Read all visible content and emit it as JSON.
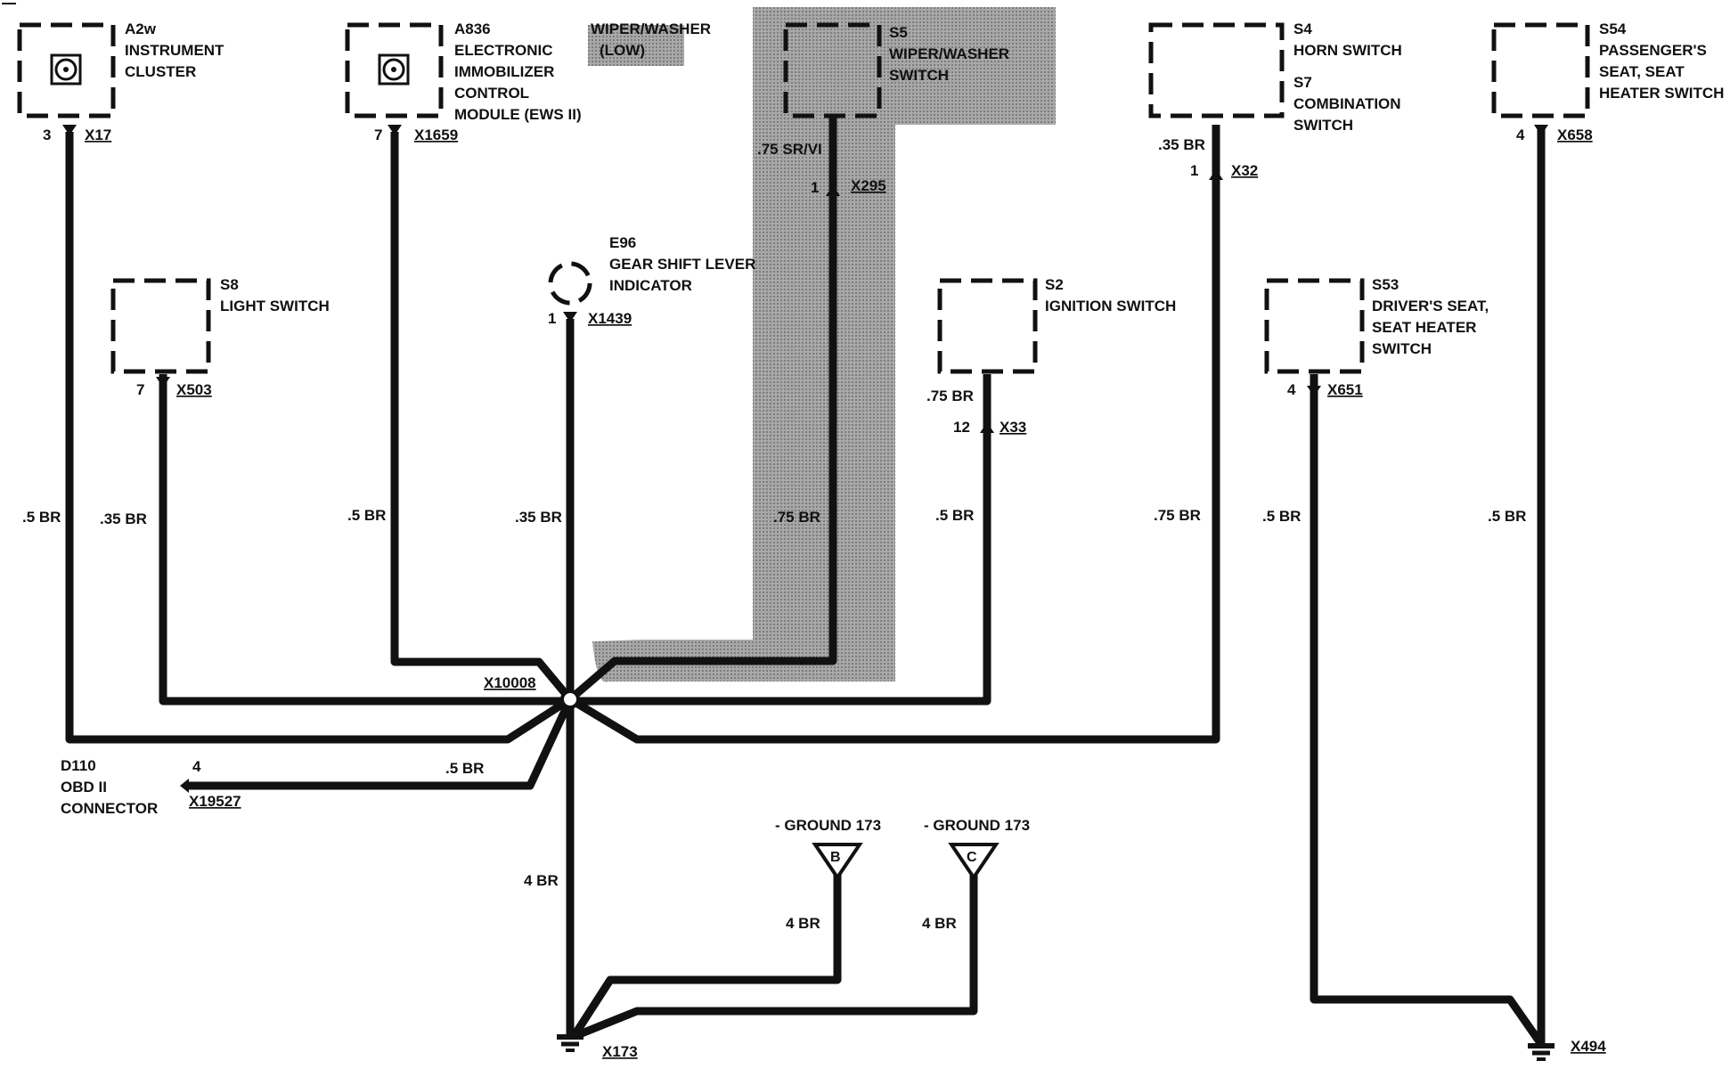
{
  "overlay": {
    "wiper_low_line1": "WIPER/WASHER",
    "wiper_low_line2": "(LOW)"
  },
  "components": {
    "a2w": {
      "id": "A2w",
      "line1": "INSTRUMENT",
      "line2": "CLUSTER",
      "pin": "3",
      "connector": "X17"
    },
    "a836": {
      "id": "A836",
      "line1": "ELECTRONIC",
      "line2": "IMMOBILIZER",
      "line3": "CONTROL",
      "line4": "MODULE (EWS II)",
      "pin": "7",
      "connector": "X1659"
    },
    "s5": {
      "id": "S5",
      "line1": "WIPER/WASHER",
      "line2": "SWITCH",
      "wire": ".75 SR/VI",
      "pin": "1",
      "connector": "X295"
    },
    "s4": {
      "id": "S4",
      "line1": "HORN SWITCH",
      "id2": "S7",
      "line2": "COMBINATION",
      "line3": "SWITCH",
      "wire": ".35 BR",
      "pin": "1",
      "connector": "X32"
    },
    "s54": {
      "id": "S54",
      "line1": "PASSENGER'S",
      "line2": "SEAT, SEAT",
      "line3": "HEATER SWITCH",
      "pin": "4",
      "connector": "X658"
    },
    "s8": {
      "id": "S8",
      "line1": "LIGHT SWITCH",
      "pin": "7",
      "connector": "X503"
    },
    "e96": {
      "id": "E96",
      "line1": "GEAR SHIFT LEVER",
      "line2": "INDICATOR",
      "pin": "1",
      "connector": "X1439"
    },
    "s2": {
      "id": "S2",
      "line1": "IGNITION SWITCH",
      "wire": ".75 BR",
      "pin": "12",
      "connector": "X33"
    },
    "s53": {
      "id": "S53",
      "line1": "DRIVER'S SEAT,",
      "line2": "SEAT HEATER",
      "line3": "SWITCH",
      "pin": "4",
      "connector": "X651"
    },
    "d110": {
      "id": "D110",
      "line1": "OBD II",
      "line2": "CONNECTOR",
      "pin": "4",
      "connector": "X19527",
      "wire": ".5 BR"
    }
  },
  "wire_labels": {
    "a2w": ".5 BR",
    "s8": ".35 BR",
    "a836": ".5 BR",
    "e96": ".35 BR",
    "s5": ".75 BR",
    "s2": ".5 BR",
    "s4": ".75 BR",
    "s53": ".5 BR",
    "s54": ".5 BR",
    "main": "4 BR",
    "gnd_b": "4 BR",
    "gnd_c": "4 BR"
  },
  "splice": {
    "label": "X10008"
  },
  "grounds": {
    "b": {
      "label": "- GROUND 173",
      "letter": "B"
    },
    "c": {
      "label": "- GROUND 173",
      "letter": "C"
    },
    "x173": "X173",
    "x494": "X494"
  },
  "colors": {
    "wire": "#111111",
    "shade": "#9a9a9a",
    "background": "#ffffff"
  }
}
